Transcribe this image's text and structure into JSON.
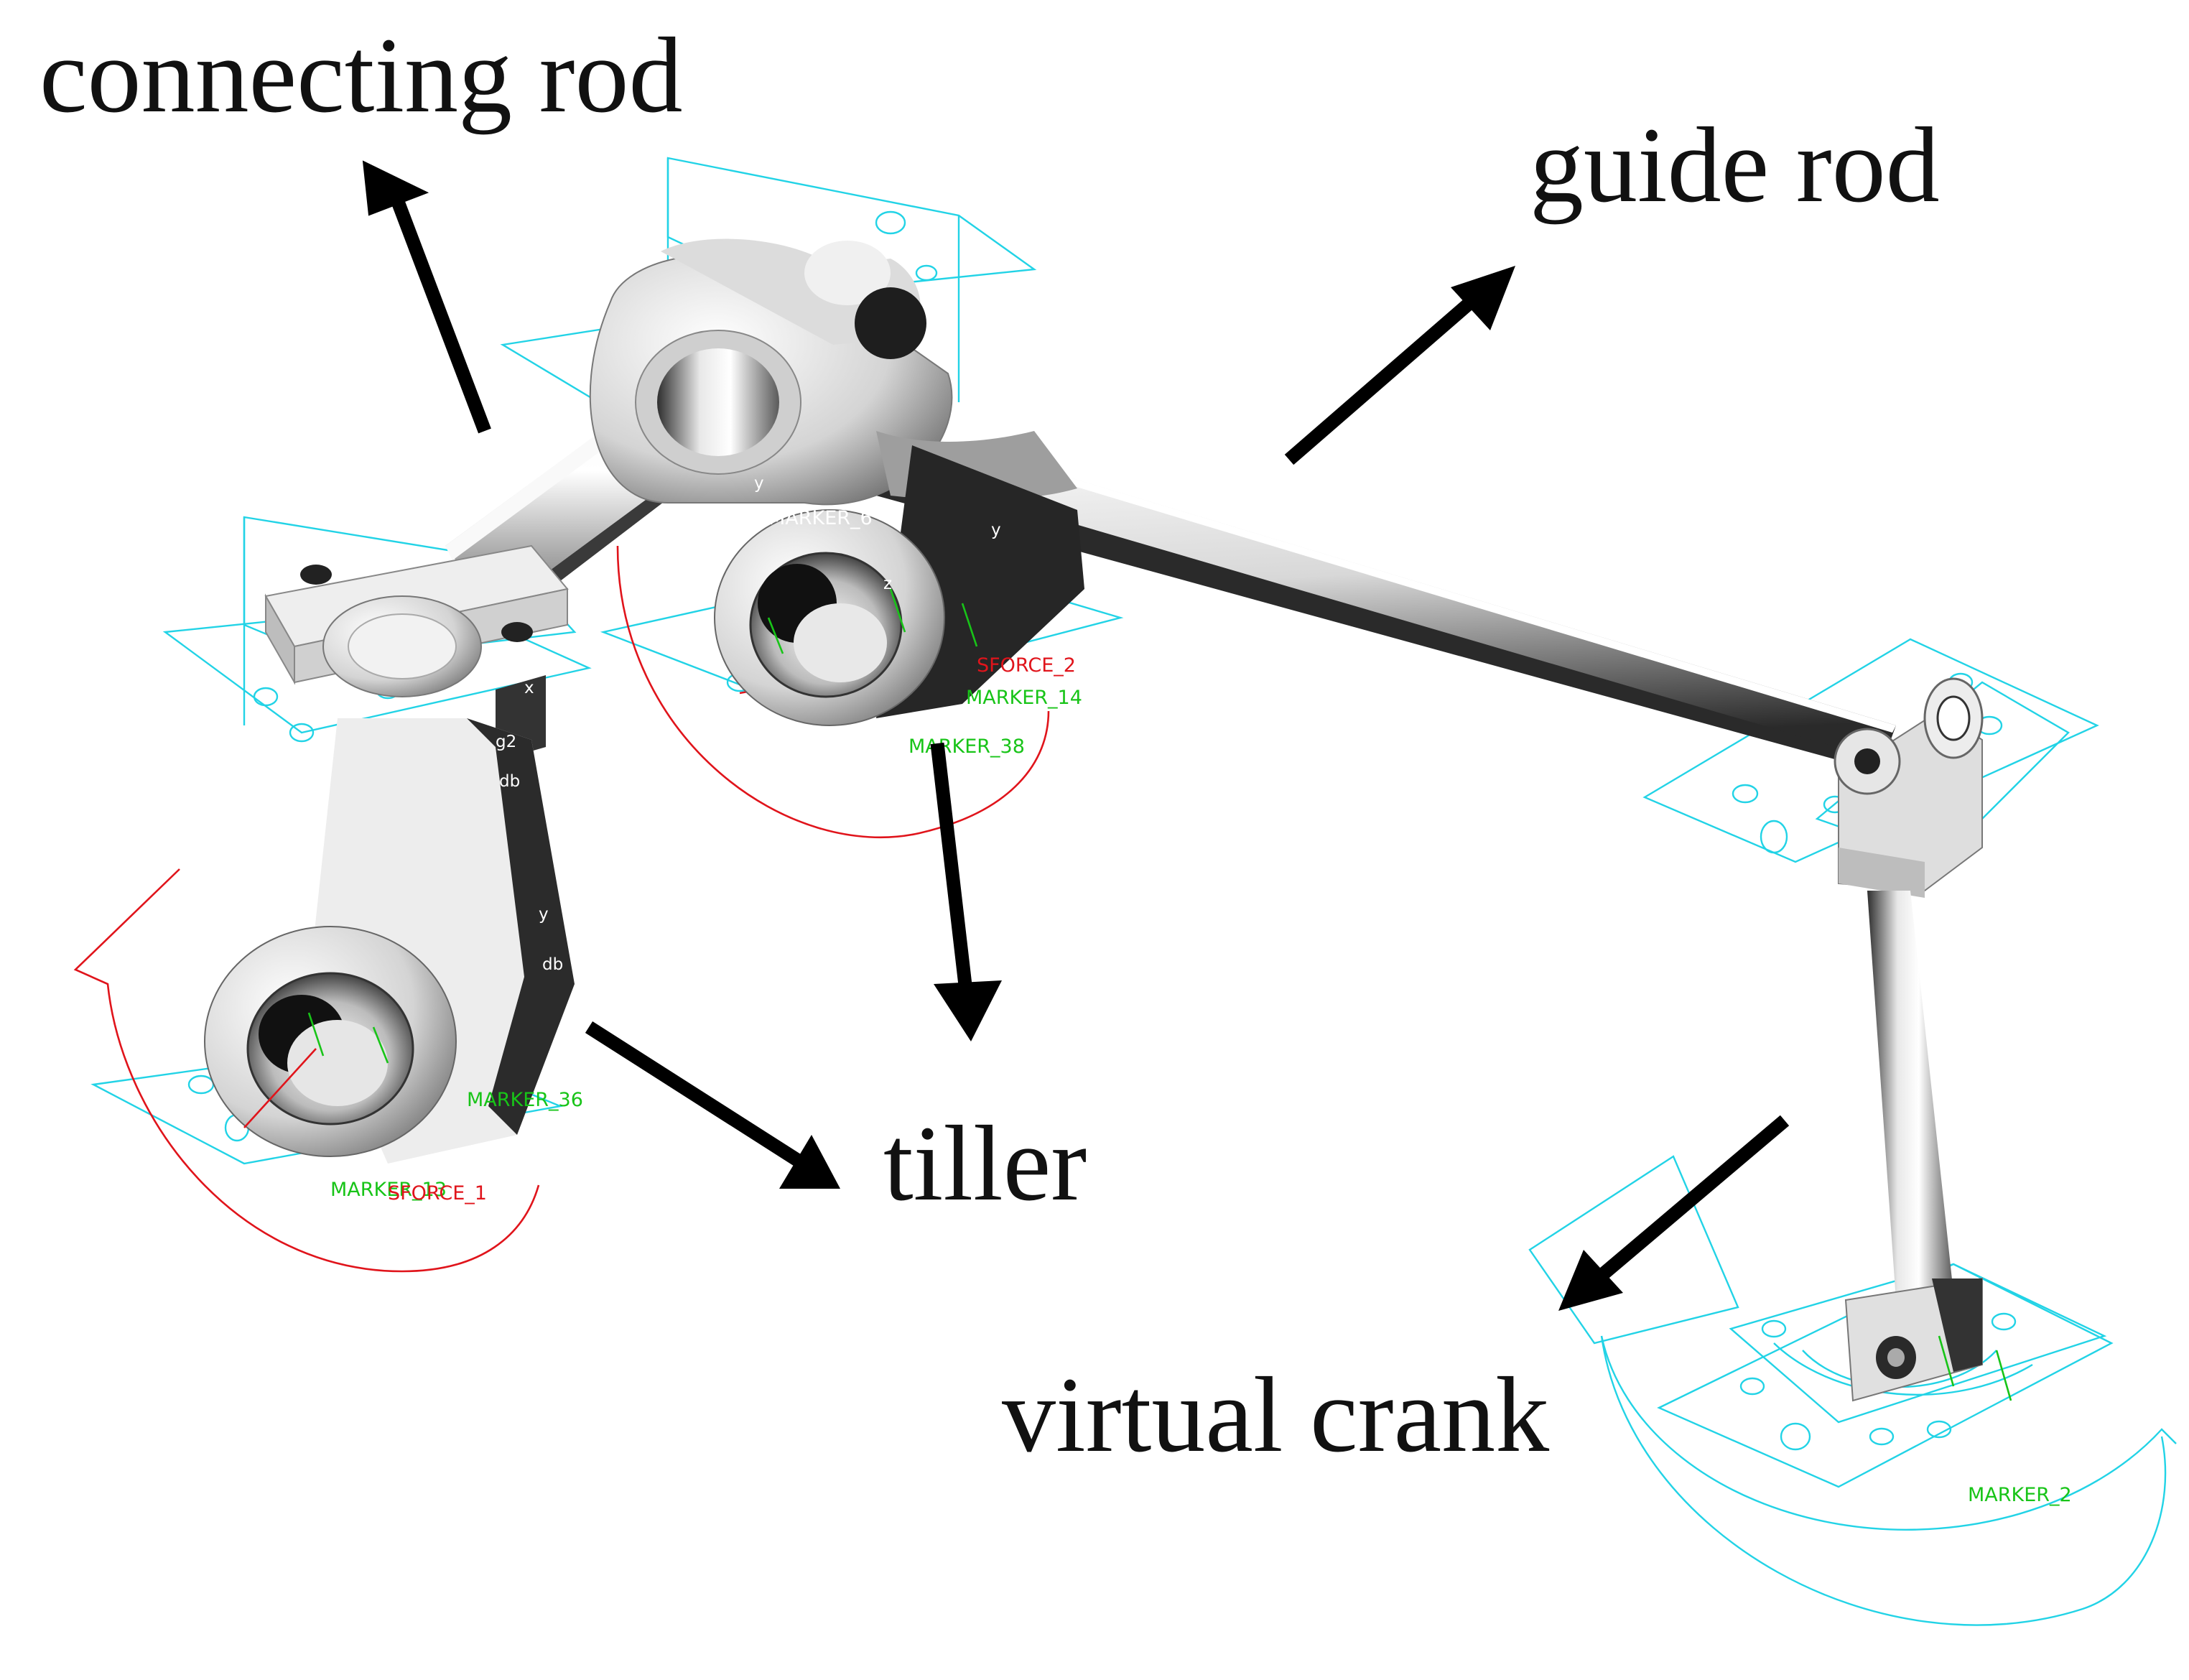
{
  "labels": {
    "connecting_rod": "connecting rod",
    "guide_rod": "guide rod",
    "tiller": "tiller",
    "virtual_crank": "virtual crank"
  },
  "markers": {
    "marker_6": "MARKER_6",
    "marker_14": "MARKER_14",
    "marker_38": "MARKER_38",
    "marker_36": "MARKER_36",
    "marker_13": "MARKER_13",
    "marker_2": "MARKER_2",
    "sforce_1": "SFORCE_1",
    "sforce_2": "SFORCE_2"
  },
  "axis_glyphs": {
    "y": "y",
    "z": "z",
    "x": "x",
    "db": "db",
    "g2": "g2"
  },
  "colors": {
    "marker_text": "#18c418",
    "force_text": "#e0141b",
    "wireframe": "#22d3e6",
    "labels": "#111111"
  }
}
